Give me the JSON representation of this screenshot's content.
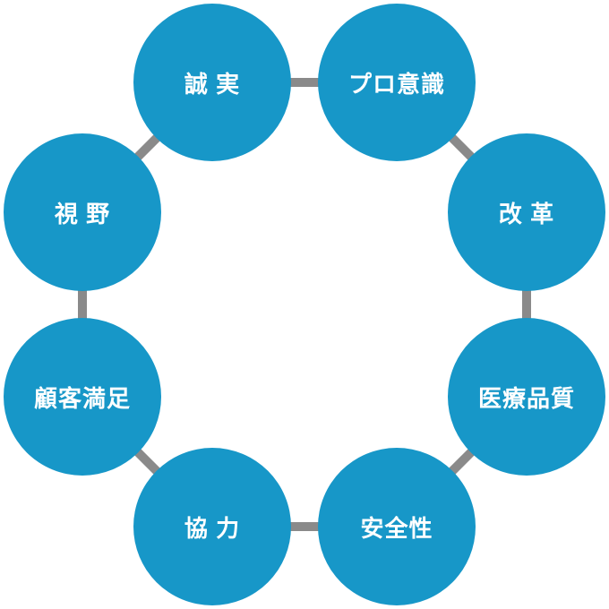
{
  "diagram": {
    "type": "circular-cycle",
    "nodes": [
      {
        "label": "誠 実"
      },
      {
        "label": "プロ意識"
      },
      {
        "label": "改 革"
      },
      {
        "label": "医療品質"
      },
      {
        "label": "安全性"
      },
      {
        "label": "協 力"
      },
      {
        "label": "顧客満足"
      },
      {
        "label": "視 野"
      }
    ]
  },
  "colors": {
    "node_fill": "#1797c8",
    "connector": "#8a8a8a",
    "label_text": "#ffffff",
    "background": "#ffffff"
  }
}
